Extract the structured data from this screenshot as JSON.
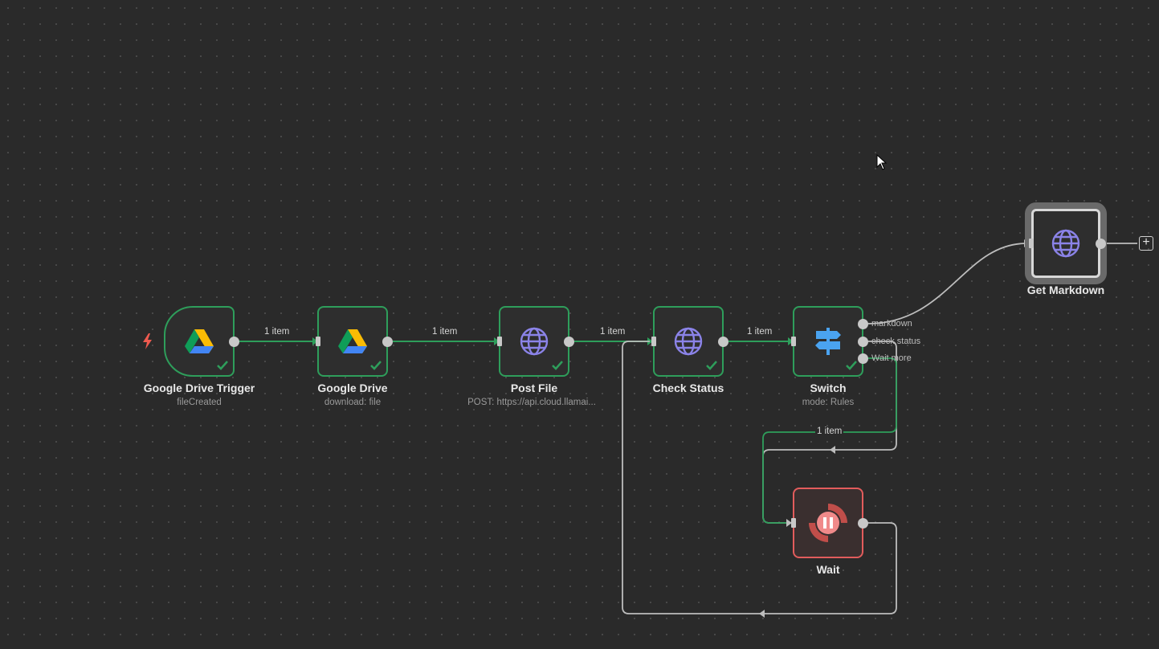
{
  "nodes": {
    "gdrive_trigger": {
      "title": "Google Drive Trigger",
      "subtitle": "fileCreated",
      "icon": "google-drive-icon"
    },
    "gdrive": {
      "title": "Google Drive",
      "subtitle": "download: file",
      "icon": "google-drive-icon"
    },
    "post_file": {
      "title": "Post File",
      "subtitle": "POST: https://api.cloud.llamai...",
      "icon": "globe-icon"
    },
    "check_status": {
      "title": "Check Status",
      "subtitle": "",
      "icon": "globe-icon"
    },
    "switch": {
      "title": "Switch",
      "subtitle": "mode: Rules",
      "icon": "signpost-icon",
      "outputs": [
        "markdown",
        "check status",
        "Wait more"
      ]
    },
    "wait": {
      "title": "Wait",
      "subtitle": "",
      "icon": "pause-icon"
    },
    "get_markdown": {
      "title": "Get Markdown",
      "subtitle": "",
      "icon": "globe-icon"
    }
  },
  "edge_labels": {
    "e1": "1 item",
    "e2": "1 item",
    "e3": "1 item",
    "e4": "1 item",
    "e_wait": "1 item"
  },
  "colors": {
    "canvas": "#2a2a2a",
    "success_border": "#2e9e5b",
    "wait_border": "#e25c5c",
    "edge_success": "#2e9e5b",
    "edge_default": "#bdbdbd",
    "globe_icon": "#8b83e8",
    "switch_icon": "#4aa3f0",
    "trigger_bolt": "#ef5a4f"
  }
}
